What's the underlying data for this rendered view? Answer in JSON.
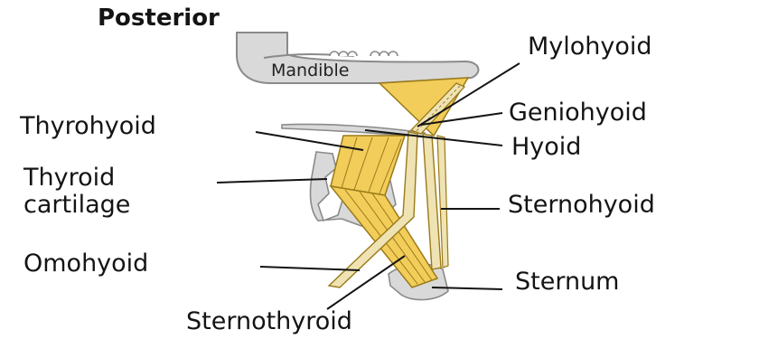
{
  "diagram": {
    "view_label": "Posterior",
    "structures": {
      "mandible": "Mandible",
      "mylohyoid": "Mylohyoid",
      "geniohyoid": "Geniohyoid",
      "hyoid": "Hyoid",
      "thyrohyoid": "Thyrohyoid",
      "thyroid_cartilage_line1": "Thyroid",
      "thyroid_cartilage_line2": "cartilage",
      "sternohyoid": "Sternohyoid",
      "omohyoid": "Omohyoid",
      "sternum": "Sternum",
      "sternothyroid": "Sternothyroid"
    },
    "colors": {
      "bone": "#d9d9d9",
      "bone_outline": "#8a8a8a",
      "muscle": "#f2cd5a",
      "muscle_pale": "#efe3b4",
      "muscle_outline": "#9a7a18",
      "leader": "#141414"
    }
  }
}
